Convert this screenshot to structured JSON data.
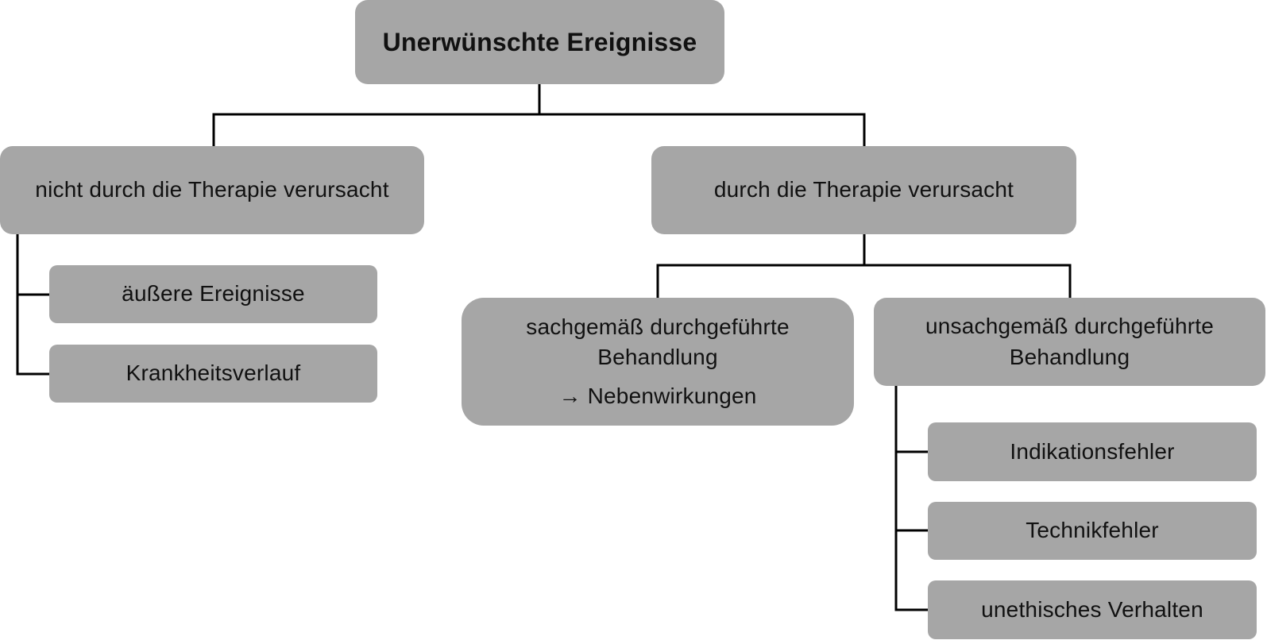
{
  "diagram": {
    "root": {
      "label": "Unerwünschte Ereignisse"
    },
    "not_caused_by_therapy": {
      "label": "nicht durch die Therapie verursacht",
      "children": [
        {
          "label": "äußere Ereignisse"
        },
        {
          "label": "Krankheitsverlauf"
        }
      ]
    },
    "caused_by_therapy": {
      "label": "durch die Therapie verursacht",
      "proper_treatment": {
        "line1": "sachgemäß durchgeführte",
        "line2": "Behandlung",
        "line3": "→ Nebenwirkungen"
      },
      "improper_treatment": {
        "line1": "unsachgemäß durchgeführte",
        "line2": "Behandlung",
        "children": [
          {
            "label": "Indikationsfehler"
          },
          {
            "label": "Technikfehler"
          },
          {
            "label": "unethisches Verhalten"
          }
        ]
      }
    }
  },
  "colors": {
    "box_fill": "#a6a6a6",
    "connector": "#000000",
    "text": "#111111"
  }
}
